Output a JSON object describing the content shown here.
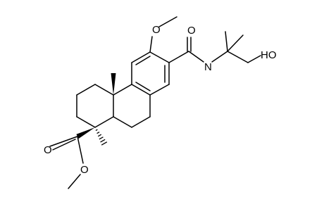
{
  "structure": {
    "labels": {
      "methoxy_oxygen": "O",
      "amide_oxygen": "O",
      "amide_nitrogen": "N",
      "hydroxyl": "HO",
      "ester_carbonyl_oxygen": "O",
      "ester_ether_oxygen": "O"
    },
    "colors": {
      "ink": "#000000",
      "background": "#ffffff"
    }
  }
}
